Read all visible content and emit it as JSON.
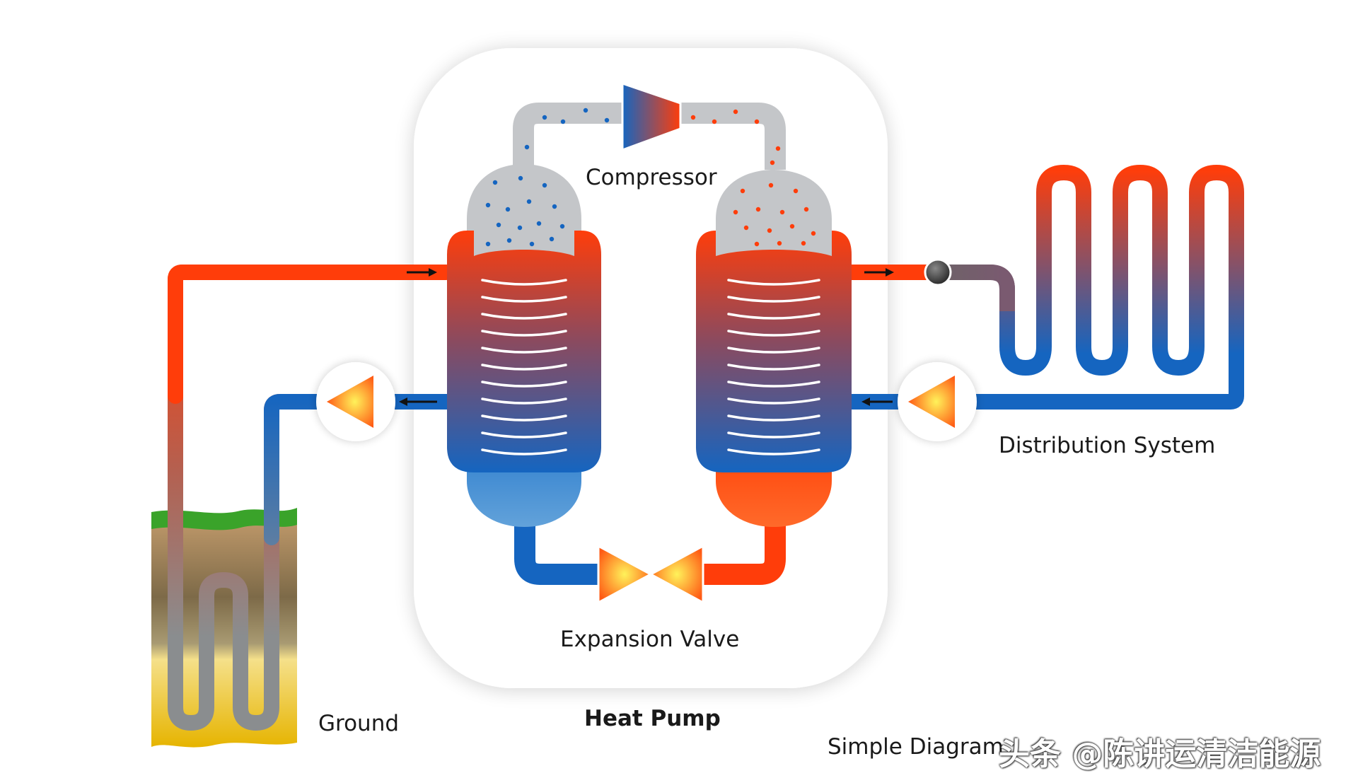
{
  "labels": {
    "compressor": "Compressor",
    "expansion_valve": "Expansion Valve",
    "heat_pump": "Heat Pump",
    "ground": "Ground",
    "distribution_system": "Distribution System",
    "caption": "Simple Diagram"
  },
  "watermark": "头条 @陈讲运清洁能源",
  "colors": {
    "hot": "#ff3d0a",
    "cold": "#1565c0",
    "gas": "#c4c6c9",
    "ground_pipe": "#8a8d8f",
    "grass": "#3aa32a",
    "sand": "#f2cf3a",
    "soil": "#a88a5c"
  }
}
